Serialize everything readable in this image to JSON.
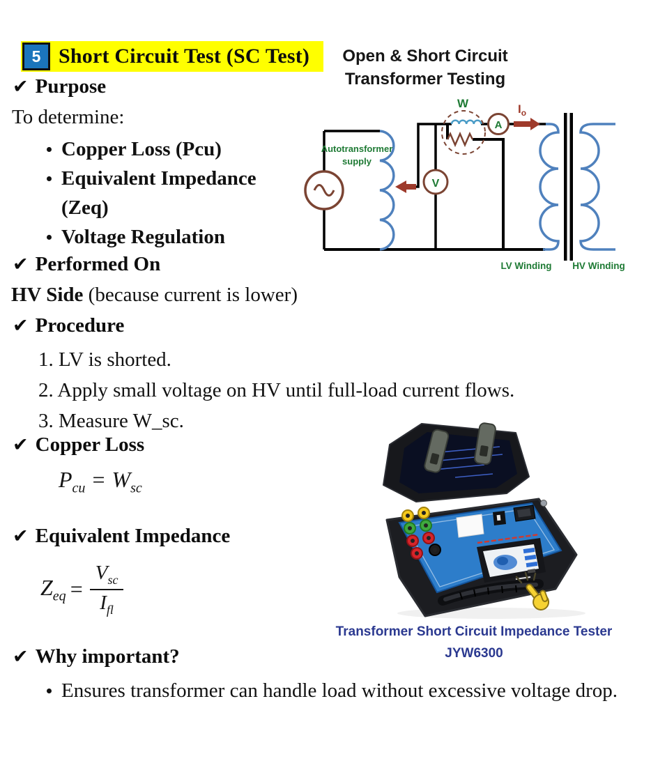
{
  "colors": {
    "highlight_yellow": "#FFFF00",
    "number_box_blue": "#1B75BC",
    "caption_navy": "#2B3990",
    "diagram_green": "#1E7A34",
    "meter_brown": "#7B4433",
    "coil_blue": "#4F81BD",
    "inductor_blue": "#4A9CC7",
    "arrow_dark_red": "#9E3A2B",
    "panel_blue": "#2D7DCA",
    "hand_yellow": "#F6D232"
  },
  "icons": {
    "checkmark": "✔"
  },
  "title": {
    "number": "5",
    "text": "Short Circuit Test (SC Test)"
  },
  "diagram": {
    "heading": {
      "line1": "Open & Short Circuit",
      "line2": "Transformer Testing"
    },
    "labels": {
      "supply_line1": "Autotransformer",
      "supply_line2": "supply",
      "wattmeter": "W",
      "ammeter": "A",
      "voltmeter": "V",
      "current_base": "I",
      "current_sub": "o",
      "lv": "LV Winding",
      "hv": "HV Winding"
    }
  },
  "sections": {
    "purpose": {
      "heading": "Purpose",
      "intro": "To determine:",
      "bullets": [
        "Copper Loss (Pcu)",
        "Equivalent Impedance (Zeq)",
        "Voltage Regulation"
      ]
    },
    "performed_on": {
      "heading": "Performed On",
      "emphasis": "HV Side",
      "detail": " (because current is lower)"
    },
    "procedure": {
      "heading": "Procedure",
      "steps": [
        "1. LV is shorted.",
        "2. Apply small voltage on HV until full-load current flows.",
        "3. Measure W_sc."
      ]
    },
    "copper_loss": {
      "heading": "Copper Loss",
      "formula": {
        "lhs": "P",
        "lhs_sub": "cu",
        "equals": "=",
        "rhs": "W",
        "rhs_sub": "sc"
      }
    },
    "equivalent_impedance": {
      "heading": "Equivalent Impedance",
      "formula": {
        "lhs": "Z",
        "lhs_sub": "eq",
        "equals": "=",
        "num": "V",
        "num_sub": "sc",
        "den": "I",
        "den_sub": "fl"
      }
    },
    "why_important": {
      "heading": "Why important?",
      "bullets": [
        "Ensures transformer can handle load without excessive voltage drop."
      ]
    }
  },
  "tester": {
    "caption_line1": "Transformer Short Circuit Impedance Tester",
    "caption_line2": "JYW6300"
  }
}
